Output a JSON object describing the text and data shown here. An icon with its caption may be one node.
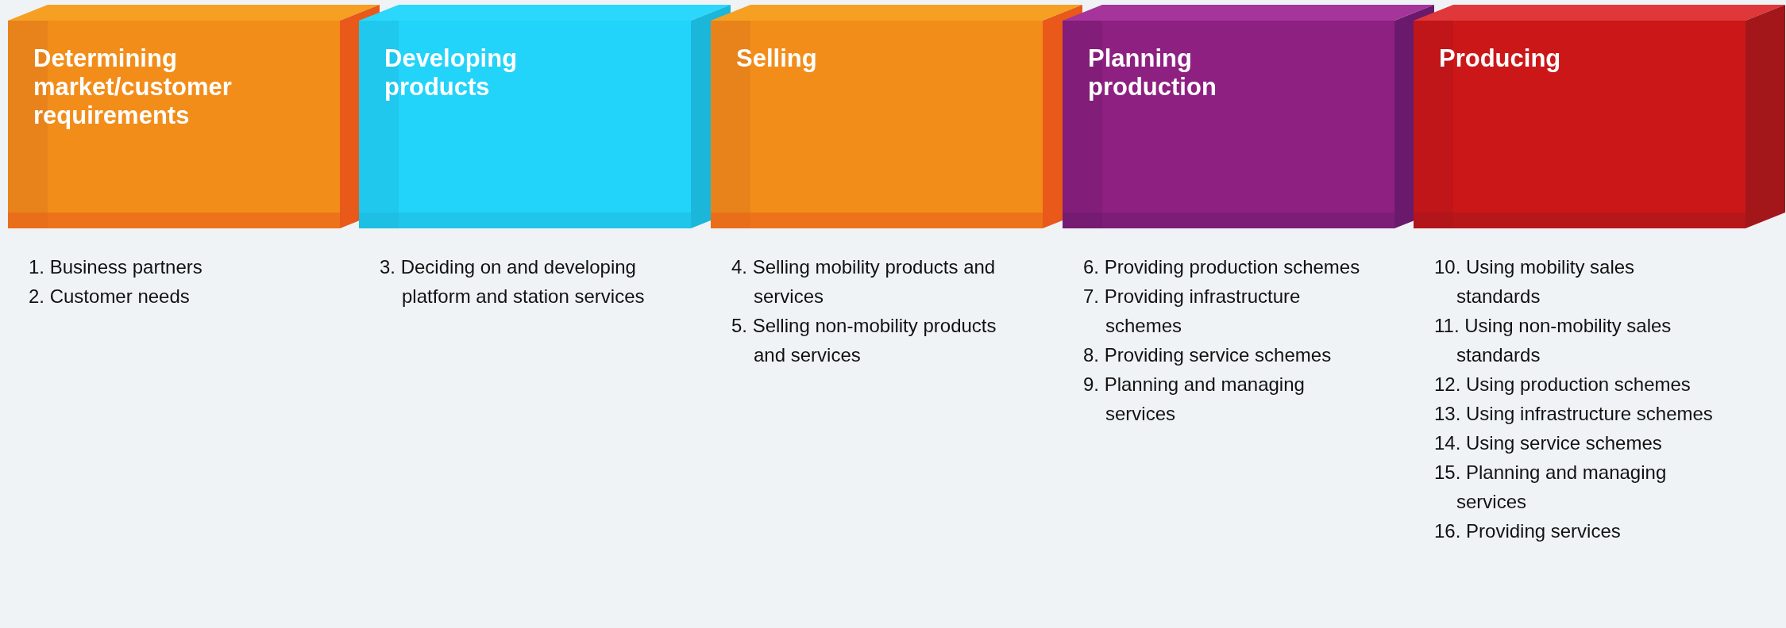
{
  "diagram": {
    "nodes": [
      {
        "text": [
          "Determining market/customer requirements"
        ],
        "beside": [
          "1. Business partners",
          "2. Customer needs"
        ]
      },
      {
        "text": [
          "Developing products"
        ],
        "beside": [
          "3. Deciding on and developing platform and station services"
        ]
      },
      {
        "text": [
          "Selling"
        ],
        "beside": [
          "4. Selling mobility products and services",
          "5. Selling non-mobility products and services"
        ]
      },
      {
        "text": [
          "Planning production"
        ],
        "beside": [
          "6. Providing production schemes",
          "7. Providing infrastructure schemes",
          "8. Providing service schemes",
          "9. Planning and managing services"
        ]
      },
      {
        "text": [
          "Producing"
        ],
        "beside": [
          "10. Using mobility sales standards",
          "11. Using non-mobility sales standards",
          "12. Using production schemes",
          "13. Using infrastructure schemes",
          "14. Using service schemes",
          "15. Planning and managing services",
          "16. Providing services"
        ]
      }
    ],
    "edges": []
  }
}
